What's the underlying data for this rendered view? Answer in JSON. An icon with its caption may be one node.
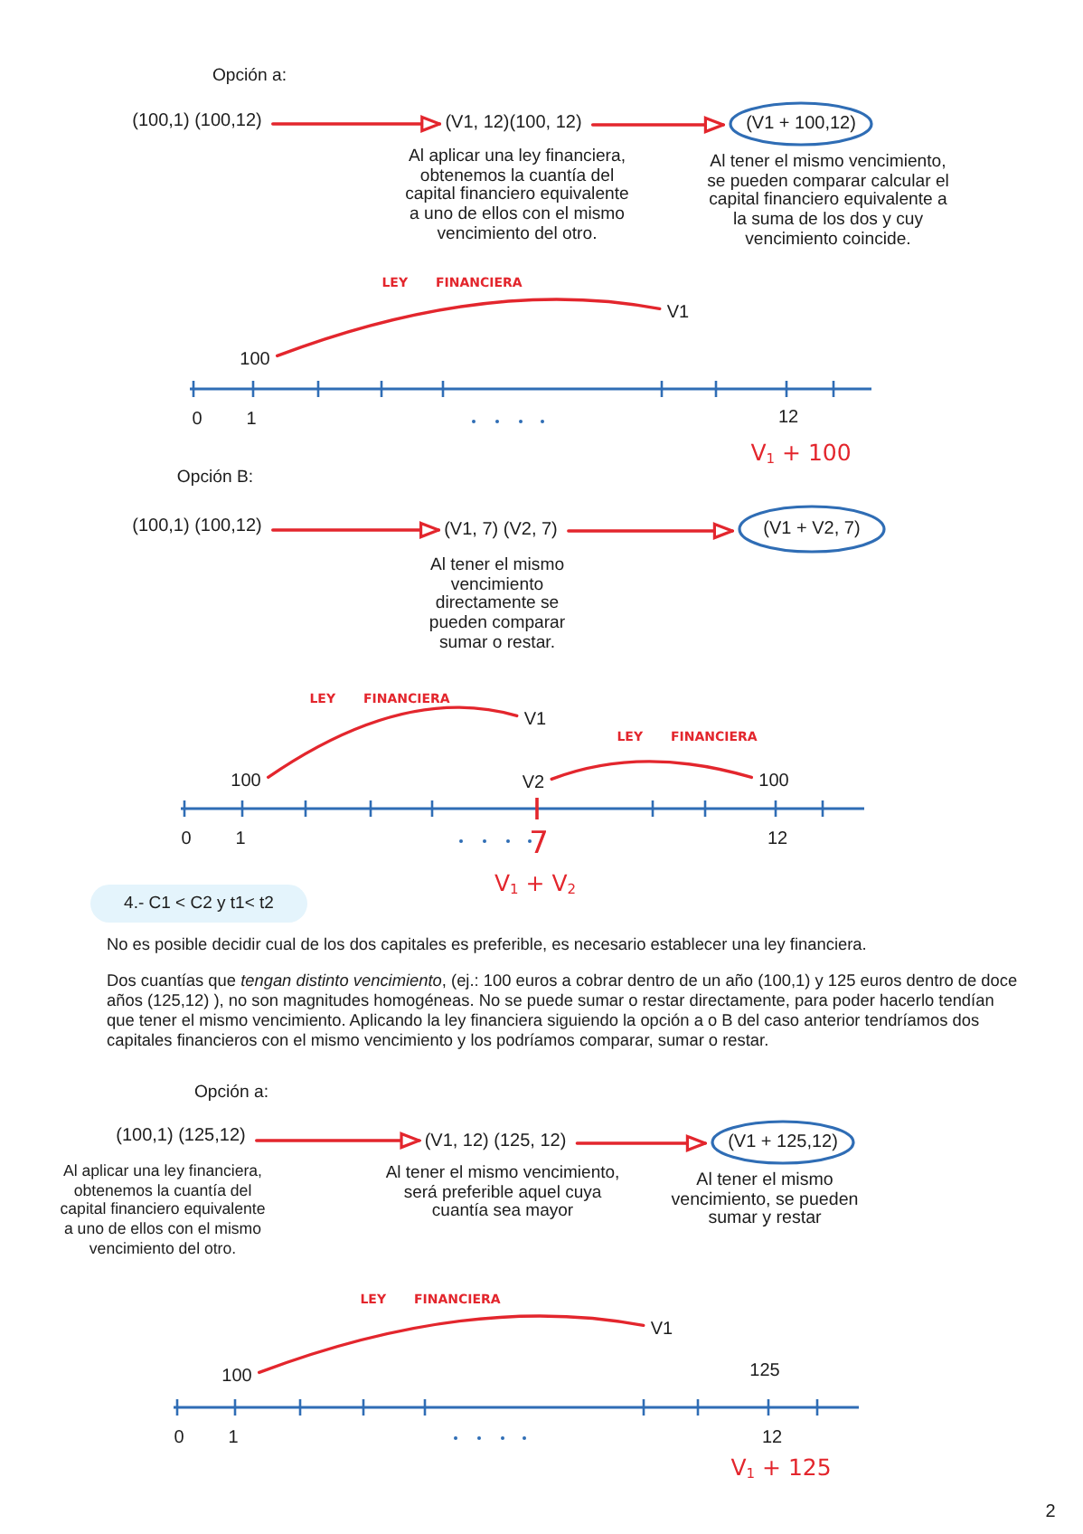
{
  "diagram": {
    "nodes": [
      {
        "text": [
          "(100,1) (100,12)"
        ]
      },
      {
        "text": [
          "(V1, 12)(100, 12)"
        ],
        "beside": [
          "Al aplicar una ley financiera, obtenemos la cuantía del capital financiero equivalente a uno de ellos con el mismo vencimiento del otro."
        ]
      },
      {
        "text": [
          "(V1 + 100,12)"
        ],
        "beside": [
          "Al tener el mismo vencimiento, se pueden comparar calcular el capital financiero equivalente a la suma de los dos y cuy vencimiento coincide."
        ]
      },
      {
        "text": [
          "100"
        ]
      },
      {
        "text": [
          "V1"
        ]
      },
      {
        "text": [
          "(100,1) (100,12)"
        ]
      },
      {
        "text": [
          "(V1, 7) (V2, 7)"
        ],
        "beside": [
          "Al tener el mismo vencimiento directamente se pueden comparar sumar o restar."
        ]
      },
      {
        "text": [
          "(V1 + V2, 7)"
        ]
      },
      {
        "text": [
          "100"
        ]
      },
      {
        "text": [
          "V1"
        ]
      },
      {
        "text": [
          "V2"
        ]
      },
      {
        "text": [
          "100"
        ]
      },
      {
        "text": [
          "4.- C1 < C2 y t1< t2"
        ]
      },
      {
        "text": [
          "(100,1) (125,12)"
        ],
        "beside": [
          "Al aplicar una ley financiera, obtenemos la cuantía del capital financiero equivalente a uno de ellos con el mismo vencimiento del otro."
        ]
      },
      {
        "text": [
          "(V1, 12) (125, 12)"
        ],
        "beside": [
          "Al tener el mismo vencimiento, será preferible aquel cuya cuantía sea mayor"
        ]
      },
      {
        "text": [
          "(V1 + 125,12)"
        ],
        "beside": [
          "Al tener el mismo vencimiento, se pueden sumar y restar"
        ]
      },
      {
        "text": [
          "100"
        ]
      },
      {
        "text": [
          "V1"
        ]
      }
    ],
    "edges": [
      {
        "from": 0,
        "to": 1,
        "arrow": "to"
      },
      {
        "from": 1,
        "to": 2,
        "arrow": "to"
      },
      {
        "from": 3,
        "to": 4,
        "arrow": "none",
        "label": "LEY FINANCIERA"
      },
      {
        "from": 5,
        "to": 6,
        "arrow": "to"
      },
      {
        "from": 6,
        "to": 7,
        "arrow": "to"
      },
      {
        "from": 8,
        "to": 9,
        "arrow": "none",
        "label": "LEY FINANCIERA"
      },
      {
        "from": 11,
        "to": 10,
        "arrow": "none",
        "label": "LEY FINANCIERA"
      },
      {
        "from": 13,
        "to": 14,
        "arrow": "to"
      },
      {
        "from": 14,
        "to": 15,
        "arrow": "to"
      },
      {
        "from": 16,
        "to": 17,
        "arrow": "none",
        "label": "LEY FINANCIERA"
      }
    ],
    "labels": [
      "Opción a:",
      "0",
      "1",
      "12",
      "V$_{1}$ + 100",
      "Opción B:",
      "0",
      "1",
      "7",
      "12",
      "V$_{1}$ + V$_{2}$",
      "No es posible decidir cual de los dos capitales es preferible, es necesario establecer una ley financiera.",
      "Dos cuantías que *tengan distinto vencimiento*, (ej.: 100 euros a cobrar dentro de un año (100,1) y 125 euros dentro de doce años (125,12) ), no son magnitudes homogéneas. No se puede sumar o restar directamente, para poder hacerlo tendían que tener el mismo vencimiento. Aplicando la ley financiera siguiendo la opción a o B del caso anterior tendríamos dos capitales financieros con el mismo vencimiento y los podríamos comparar, sumar o restar.",
      "Opción a:",
      "125",
      "0",
      "1",
      "12",
      "V$_{1}$ + 125",
      "2"
    ]
  }
}
